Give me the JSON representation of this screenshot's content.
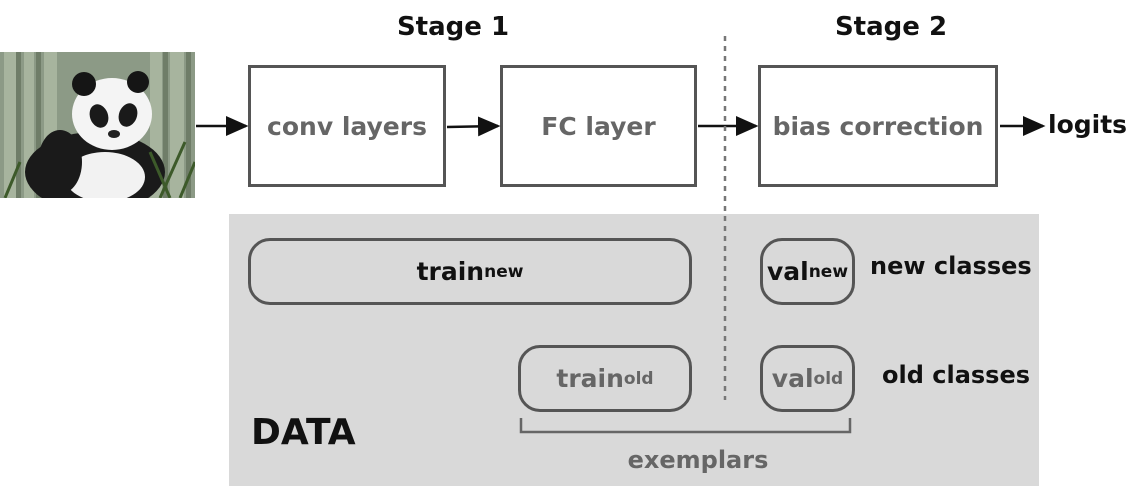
{
  "stages": {
    "stage1": "Stage 1",
    "stage2": "Stage 2"
  },
  "pipeline": {
    "input_image": "panda photo",
    "conv": "conv layers",
    "fc": "FC layer",
    "bias": "bias correction",
    "output": "logits"
  },
  "data_panel": {
    "title": "DATA",
    "train_new": {
      "main": "train",
      "sub": "new"
    },
    "val_new": {
      "main": "val",
      "sub": "new"
    },
    "train_old": {
      "main": "train",
      "sub": "old"
    },
    "val_old": {
      "main": "val",
      "sub": "old"
    },
    "new_classes": "new classes",
    "old_classes": "old classes",
    "exemplars": "exemplars"
  },
  "colors": {
    "border": "#555555",
    "panel": "#d9d9d9",
    "gray_text": "#666666"
  }
}
